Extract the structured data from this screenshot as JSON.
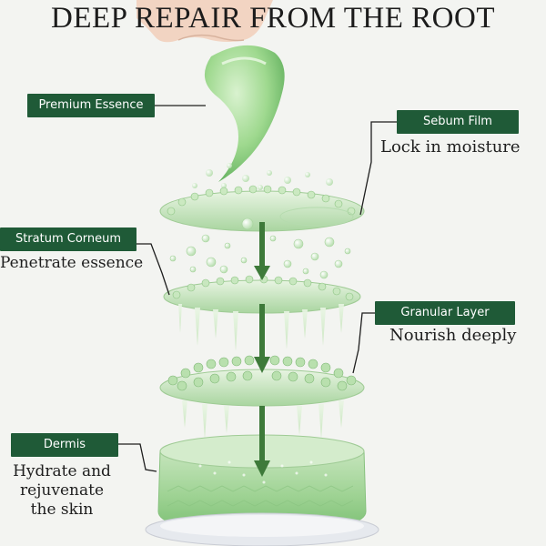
{
  "title": "DEEP REPAIR FROM THE ROOT",
  "labels": {
    "premium_essence": {
      "tag": "Premium Essence"
    },
    "sebum_film": {
      "tag": "Sebum Film",
      "caption": "Lock in moisture"
    },
    "stratum_corneum": {
      "tag": "Stratum Corneum",
      "caption": "Penetrate essence"
    },
    "granular_layer": {
      "tag": "Granular Layer",
      "caption": "Nourish deeply"
    },
    "dermis": {
      "tag": "Dermis",
      "caption": "Hydrate and\nrejuvenate\nthe skin"
    }
  },
  "colors": {
    "tag_background": "#1f5a37",
    "arrow": "#3e7a3a",
    "gel": "#8fcf8a"
  },
  "icons": [
    "hand-icon",
    "gel-drop-icon",
    "down-arrow-icon"
  ]
}
